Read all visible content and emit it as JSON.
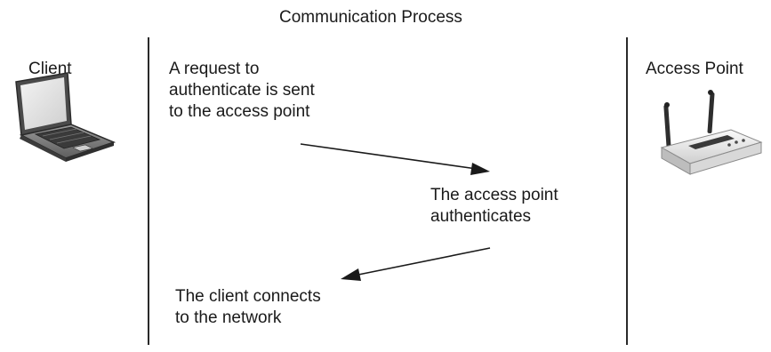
{
  "diagram": {
    "title": "Communication Process",
    "client": {
      "label": "Client",
      "icon": "laptop-icon"
    },
    "access_point": {
      "label": "Access Point",
      "icon": "wireless-router-icon"
    },
    "steps": [
      {
        "text": "A request to\nauthenticate is sent\nto the access point"
      },
      {
        "text": "The access point\nauthenticates"
      },
      {
        "text": "The client connects\nto the network"
      }
    ],
    "colors": {
      "line": "#1a1a1a",
      "text": "#1a1a1a"
    }
  }
}
